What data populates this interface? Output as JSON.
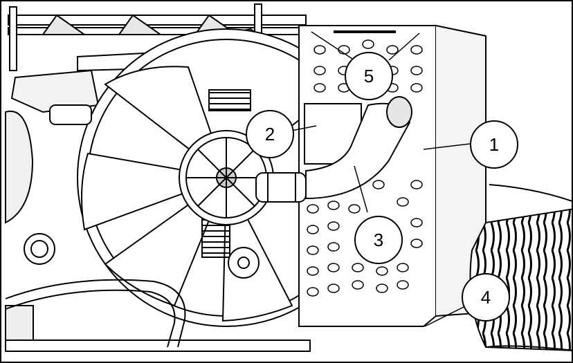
{
  "diagram": {
    "callouts": [
      {
        "id": "callout-1",
        "label": "1"
      },
      {
        "id": "callout-2",
        "label": "2"
      },
      {
        "id": "callout-3",
        "label": "3"
      },
      {
        "id": "callout-4",
        "label": "4"
      },
      {
        "id": "callout-5",
        "label": "5"
      }
    ],
    "colors": {
      "line": "#000000",
      "fill": "#ffffff",
      "shade": "#d0d0d0"
    }
  }
}
